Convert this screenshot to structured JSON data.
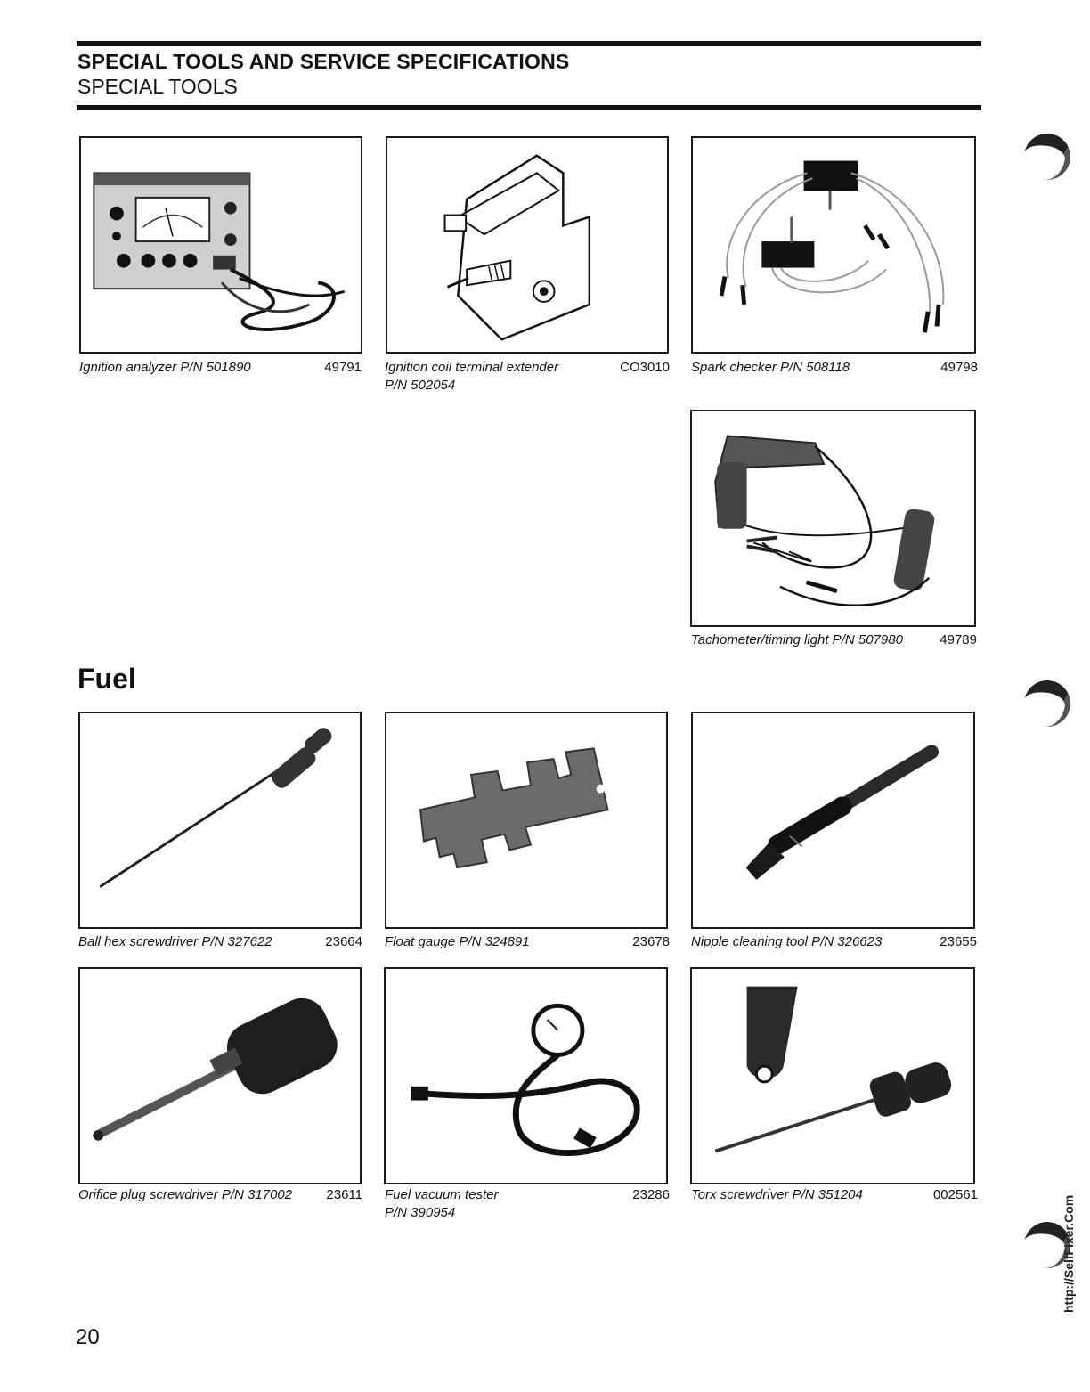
{
  "header": {
    "title": "SPECIAL TOOLS AND SERVICE SPECIFICATIONS",
    "subtitle": "SPECIAL TOOLS"
  },
  "sections": {
    "fuel": "Fuel"
  },
  "tools": {
    "ignition_analyzer": {
      "caption": "Ignition analyzer P/N 501890",
      "code": "49791",
      "icon": "ignition-analyzer-icon"
    },
    "coil_extender": {
      "caption_line1": "Ignition coil terminal extender",
      "caption_line2": "P/N 502054",
      "code": "CO3010",
      "icon": "coil-extender-icon"
    },
    "spark_checker": {
      "caption": "Spark checker P/N 508118",
      "code": "49798",
      "icon": "spark-checker-icon"
    },
    "timing_light": {
      "caption": "Tachometer/timing light P/N 507980",
      "code": "49789",
      "icon": "timing-light-icon"
    },
    "ball_hex": {
      "caption": "Ball hex screwdriver P/N 327622",
      "code": "23664",
      "icon": "screwdriver-icon"
    },
    "float_gauge": {
      "caption": "Float gauge P/N 324891",
      "code": "23678",
      "icon": "float-gauge-icon"
    },
    "nipple_tool": {
      "caption": "Nipple cleaning tool P/N 326623",
      "code": "23655",
      "icon": "nipple-tool-icon"
    },
    "orifice_plug": {
      "caption": "Orifice plug screwdriver P/N 317002",
      "code": "23611",
      "icon": "orifice-screwdriver-icon"
    },
    "vacuum_tester": {
      "caption_line1": "Fuel vacuum tester",
      "caption_line2": "P/N 390954",
      "code": "23286",
      "icon": "vacuum-tester-icon"
    },
    "torx": {
      "caption": "Torx screwdriver P/N 351204",
      "code": "002561",
      "icon": "torx-screwdriver-icon"
    }
  },
  "footer": {
    "page_number": "20",
    "watermark": "http://SelfFixer.Com"
  }
}
